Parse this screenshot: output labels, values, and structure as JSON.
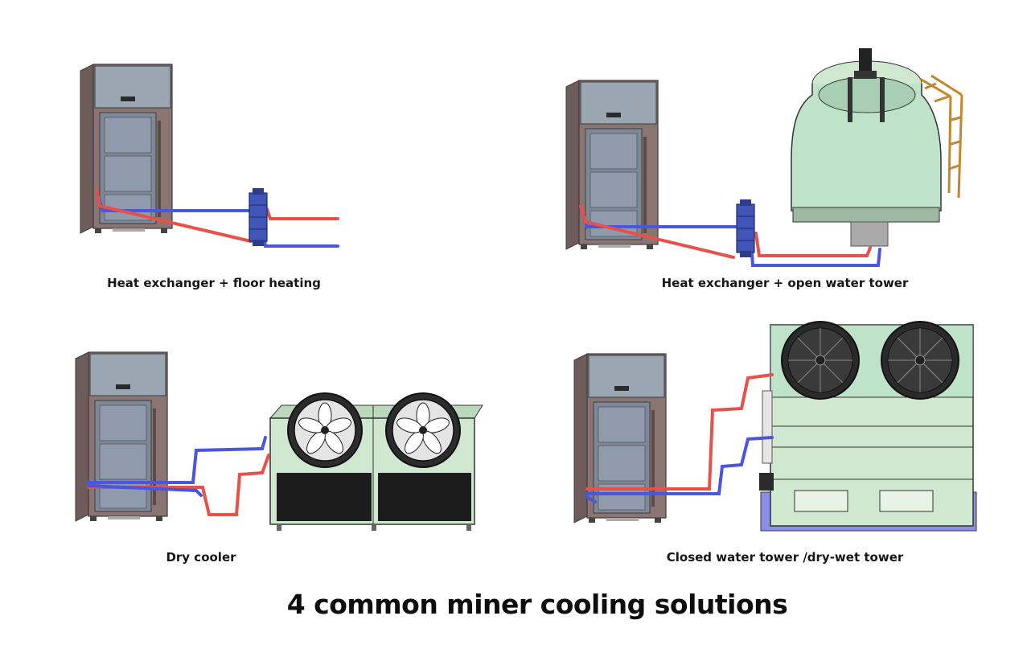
{
  "title": "4 common miner cooling solutions",
  "colors": {
    "hot_pipe": "#e8504a",
    "cold_pipe": "#4a55e0",
    "cabinet_body": "#8a7572",
    "cabinet_top": "#9aa7b3",
    "cabinet_glass": "#79879a",
    "equipment_green": "#cfe8cf",
    "tower_green": "#bfe3c9",
    "exchanger_blue": "#3f56b8",
    "ladder_orange": "#e0a13c",
    "base_blue": "#8b8fe8"
  },
  "panels": [
    {
      "id": "floor-heating",
      "caption": "Heat exchanger + floor heating"
    },
    {
      "id": "open-tower",
      "caption": "Heat exchanger + open water tower"
    },
    {
      "id": "dry-cooler",
      "caption": "Dry cooler"
    },
    {
      "id": "closed-tower",
      "caption": "Closed water tower /dry-wet tower"
    }
  ]
}
